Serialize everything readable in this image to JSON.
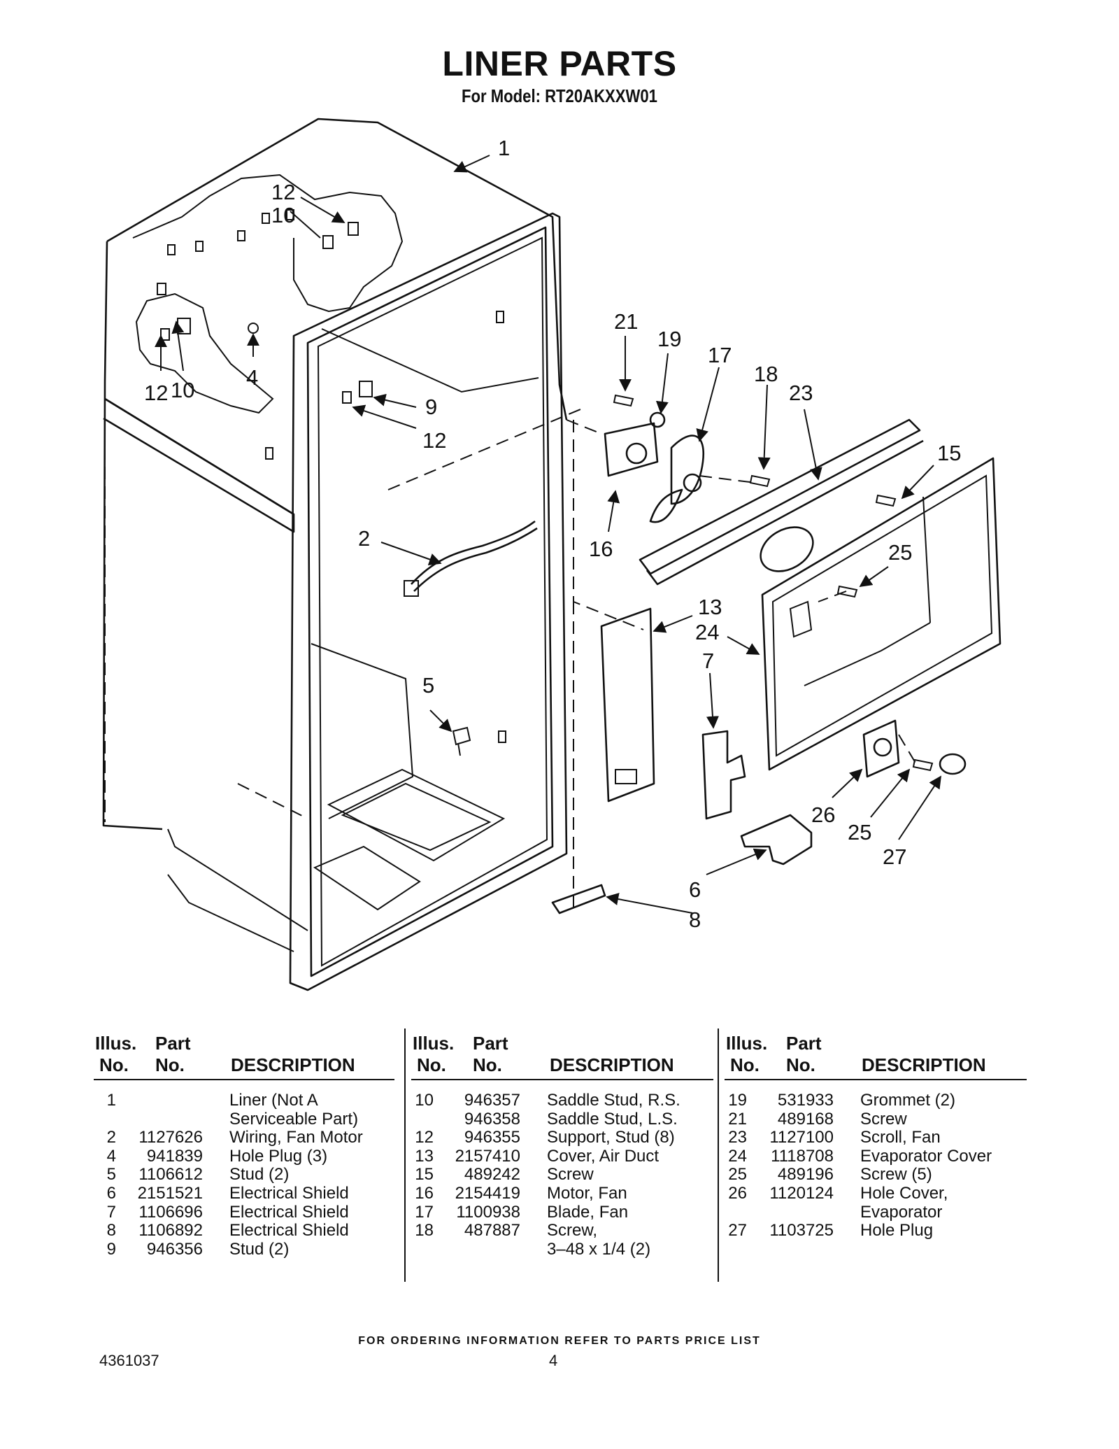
{
  "title": "LINER PARTS",
  "subtitle": "For Model: RT20AKXXW01",
  "callouts": [
    "1",
    "12",
    "10",
    "12",
    "10",
    "4",
    "9",
    "12",
    "2",
    "5",
    "21",
    "19",
    "17",
    "18",
    "23",
    "15",
    "16",
    "25",
    "13",
    "24",
    "7",
    "26",
    "25",
    "27",
    "6",
    "8"
  ],
  "table_headers": {
    "illus": "Illus.",
    "no": "No.",
    "part": "Part",
    "description": "DESCRIPTION"
  },
  "columns": [
    {
      "rows": [
        {
          "illus": "1",
          "part": "",
          "desc": "Liner (Not A"
        },
        {
          "illus": "",
          "part": "",
          "desc": "Serviceable Part)"
        },
        {
          "illus": "2",
          "part": "1127626",
          "desc": "Wiring, Fan Motor"
        },
        {
          "illus": "4",
          "part": "941839",
          "desc": "Hole Plug (3)"
        },
        {
          "illus": "5",
          "part": "1106612",
          "desc": "Stud (2)"
        },
        {
          "illus": "6",
          "part": "2151521",
          "desc": "Electrical Shield"
        },
        {
          "illus": "7",
          "part": "1106696",
          "desc": "Electrical Shield"
        },
        {
          "illus": "8",
          "part": "1106892",
          "desc": "Electrical Shield"
        },
        {
          "illus": "9",
          "part": "946356",
          "desc": "Stud (2)"
        }
      ]
    },
    {
      "rows": [
        {
          "illus": "10",
          "part": "946357",
          "desc": "Saddle Stud, R.S."
        },
        {
          "illus": "",
          "part": "946358",
          "desc": "Saddle Stud, L.S."
        },
        {
          "illus": "12",
          "part": "946355",
          "desc": "Support, Stud (8)"
        },
        {
          "illus": "13",
          "part": "2157410",
          "desc": "Cover, Air Duct"
        },
        {
          "illus": "15",
          "part": "489242",
          "desc": "Screw"
        },
        {
          "illus": "16",
          "part": "2154419",
          "desc": "Motor, Fan"
        },
        {
          "illus": "17",
          "part": "1100938",
          "desc": "Blade, Fan"
        },
        {
          "illus": "18",
          "part": "487887",
          "desc": "Screw,"
        },
        {
          "illus": "",
          "part": "",
          "desc": "3–48 x 1/4 (2)"
        }
      ]
    },
    {
      "rows": [
        {
          "illus": "19",
          "part": "531933",
          "desc": "Grommet (2)"
        },
        {
          "illus": "21",
          "part": "489168",
          "desc": "Screw"
        },
        {
          "illus": "23",
          "part": "1127100",
          "desc": "Scroll, Fan"
        },
        {
          "illus": "24",
          "part": "1118708",
          "desc": "Evaporator Cover"
        },
        {
          "illus": "25",
          "part": "489196",
          "desc": "Screw (5)"
        },
        {
          "illus": "26",
          "part": "1120124",
          "desc": "Hole Cover,"
        },
        {
          "illus": "",
          "part": "",
          "desc": "Evaporator"
        },
        {
          "illus": "27",
          "part": "1103725",
          "desc": "Hole Plug"
        }
      ]
    }
  ],
  "footer": "FOR ORDERING INFORMATION REFER TO PARTS PRICE LIST",
  "doc_number": "4361037",
  "page_number": "4"
}
